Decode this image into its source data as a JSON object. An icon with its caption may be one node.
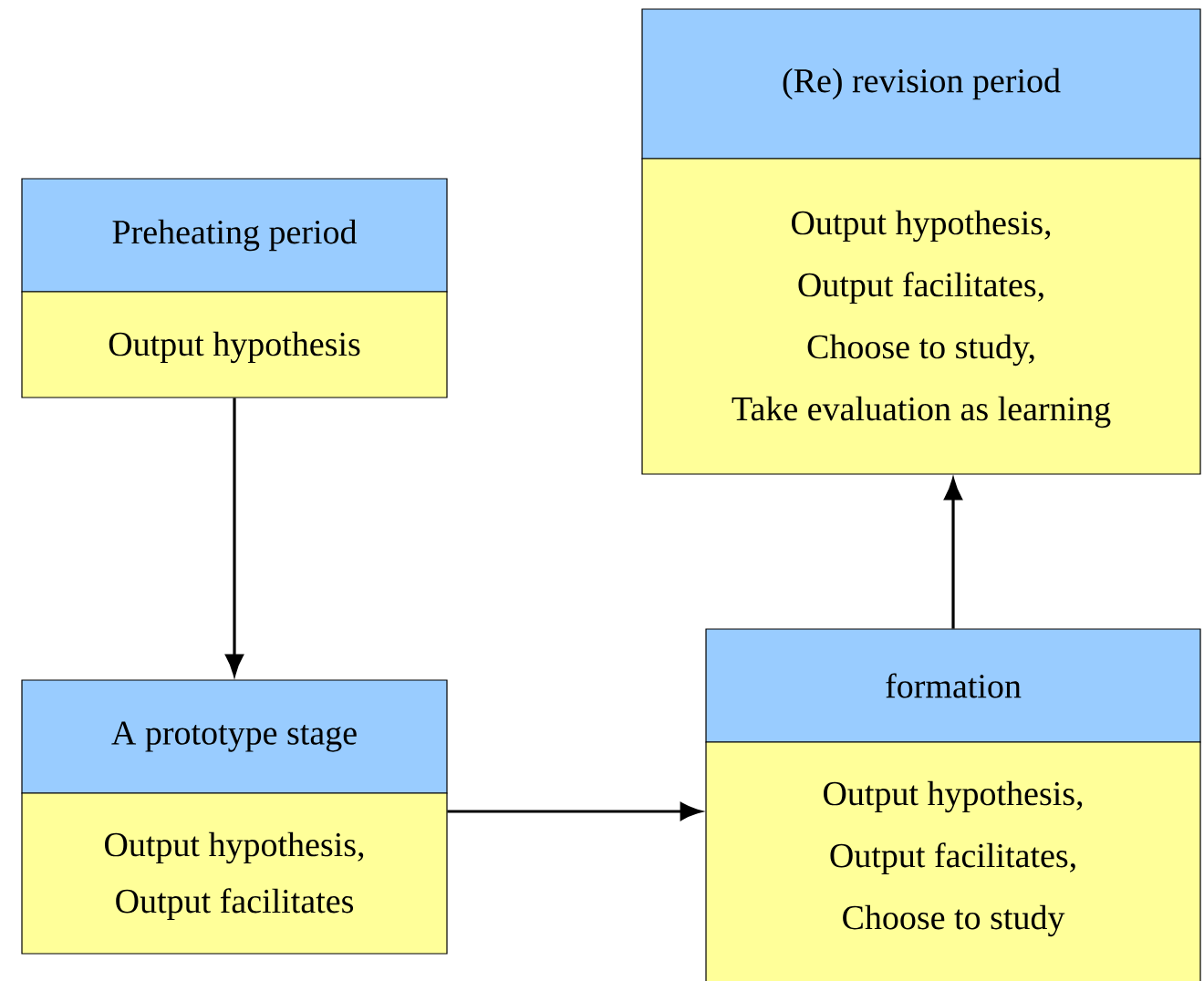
{
  "diagram": {
    "nodes": [
      {
        "text": [
          "Preheating period",
          "Output hypothesis"
        ]
      },
      {
        "text": [
          "(Re) revision period",
          "Output hypothesis,",
          "Output facilitates,",
          "Choose to study,",
          "Take evaluation as learning"
        ]
      },
      {
        "text": [
          "A prototype stage",
          "Output hypothesis,",
          "Output facilitates"
        ]
      },
      {
        "text": [
          "formation",
          "Output hypothesis,",
          "Output facilitates,",
          "Choose to study"
        ]
      }
    ],
    "edges": [
      {
        "from": 0,
        "to": 2,
        "arrow": "to"
      },
      {
        "from": 2,
        "to": 3,
        "arrow": "to"
      },
      {
        "from": 3,
        "to": 1,
        "arrow": "to"
      }
    ]
  }
}
